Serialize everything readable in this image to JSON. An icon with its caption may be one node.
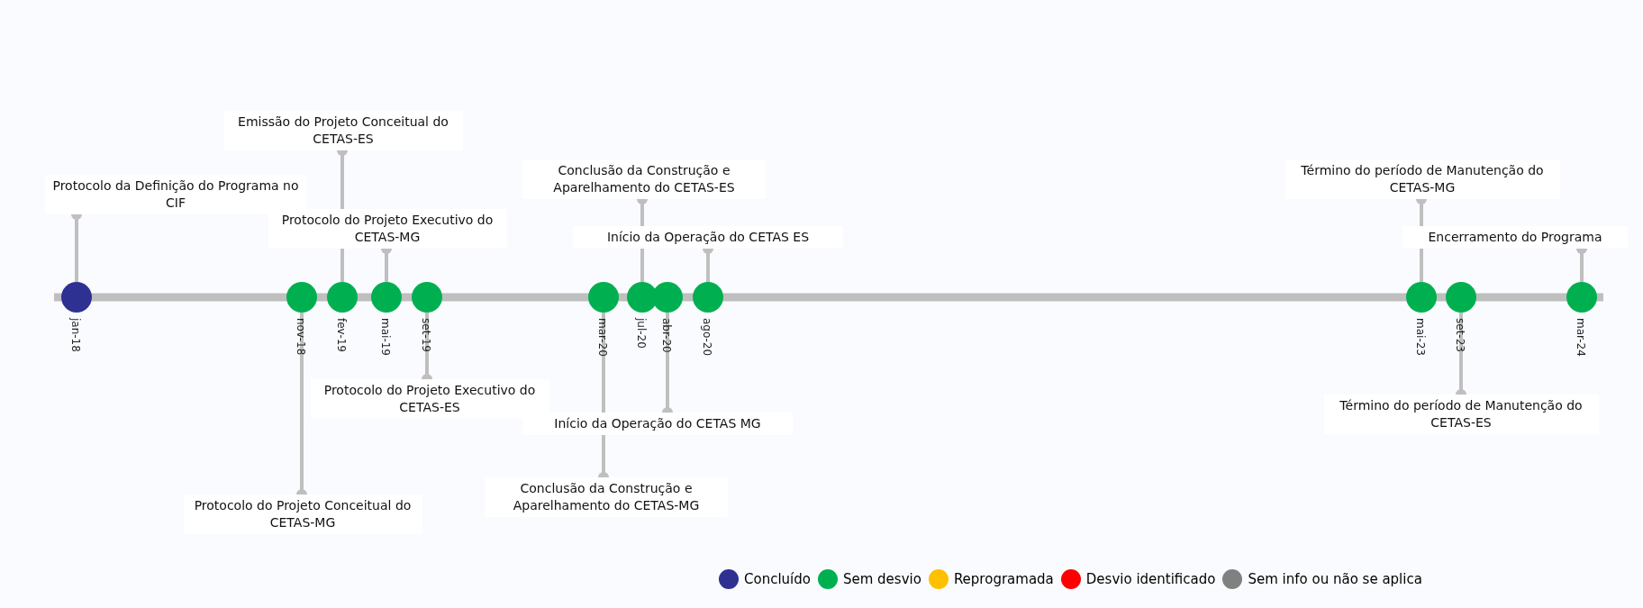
{
  "diagram": {
    "nodes": [
      {
        "text": [],
        "shape": "circle",
        "beside": [
          "jan-18"
        ]
      },
      {
        "text": [],
        "shape": "circle",
        "beside": [
          "nov-18"
        ]
      },
      {
        "text": [],
        "shape": "circle",
        "beside": [
          "fev-19"
        ]
      },
      {
        "text": [],
        "shape": "circle",
        "beside": [
          "mai-19"
        ]
      },
      {
        "text": [],
        "shape": "circle",
        "beside": [
          "set-19"
        ]
      },
      {
        "text": [],
        "shape": "circle",
        "beside": [
          "mar-20"
        ]
      },
      {
        "text": [],
        "shape": "circle",
        "beside": [
          "jul-20"
        ]
      },
      {
        "text": [],
        "shape": "circle",
        "beside": [
          "abr-20"
        ]
      },
      {
        "text": [],
        "shape": "circle",
        "beside": [
          "ago-20"
        ]
      },
      {
        "text": [],
        "shape": "circle",
        "beside": [
          "mai-23"
        ]
      },
      {
        "text": [],
        "shape": "circle",
        "beside": [
          "set-23"
        ]
      },
      {
        "text": [],
        "shape": "circle",
        "beside": [
          "mar-24"
        ]
      },
      {
        "text": [
          "Protocolo da Definição do Programa no CIF"
        ]
      },
      {
        "text": [
          "Protocolo do Projeto Conceitual do CETAS-MG"
        ]
      },
      {
        "text": [
          "Emissão do Projeto Conceitual do CETAS-ES"
        ]
      },
      {
        "text": [
          "Protocolo do Projeto Executivo do CETAS-MG"
        ]
      },
      {
        "text": [
          "Protocolo do Projeto Executivo do CETAS-ES"
        ]
      },
      {
        "text": [
          "Conclusão da Construção e Aparelhamento do CETAS-MG"
        ]
      },
      {
        "text": [
          "Conclusão da Construção e Aparelhamento do CETAS-ES"
        ]
      },
      {
        "text": [
          "Início da Operação do CETAS MG"
        ]
      },
      {
        "text": [
          "Início da Operação do CETAS ES"
        ]
      },
      {
        "text": [
          "Término do período de Manutenção do CETAS-MG"
        ]
      },
      {
        "text": [
          "Término do período de Manutenção do CETAS-ES"
        ]
      },
      {
        "text": [
          "Encerramento do Programa"
        ]
      }
    ],
    "edges": [
      {
        "from": 12,
        "to": 0,
        "arrow": "other"
      },
      {
        "from": 13,
        "to": 1,
        "arrow": "other"
      },
      {
        "from": 14,
        "to": 2,
        "arrow": "other"
      },
      {
        "from": 15,
        "to": 3,
        "arrow": "other"
      },
      {
        "from": 16,
        "to": 4,
        "arrow": "other"
      },
      {
        "from": 17,
        "to": 5,
        "arrow": "other"
      },
      {
        "from": 18,
        "to": 6,
        "arrow": "other"
      },
      {
        "from": 19,
        "to": 7,
        "arrow": "other"
      },
      {
        "from": 20,
        "to": 8,
        "arrow": "other"
      },
      {
        "from": 21,
        "to": 9,
        "arrow": "other"
      },
      {
        "from": 22,
        "to": 10,
        "arrow": "other"
      },
      {
        "from": 23,
        "to": 11,
        "arrow": "other"
      }
    ],
    "legend": [
      {
        "text": "Concluído",
        "color": "#2e3192"
      },
      {
        "text": "Sem desvio",
        "color": "#00b050"
      },
      {
        "text": "Reprogramada",
        "color": "#ffc000"
      },
      {
        "text": "Desvio identificado",
        "color": "#ff0000"
      },
      {
        "text": "Sem info ou não se aplica",
        "color": "#808080"
      }
    ]
  }
}
